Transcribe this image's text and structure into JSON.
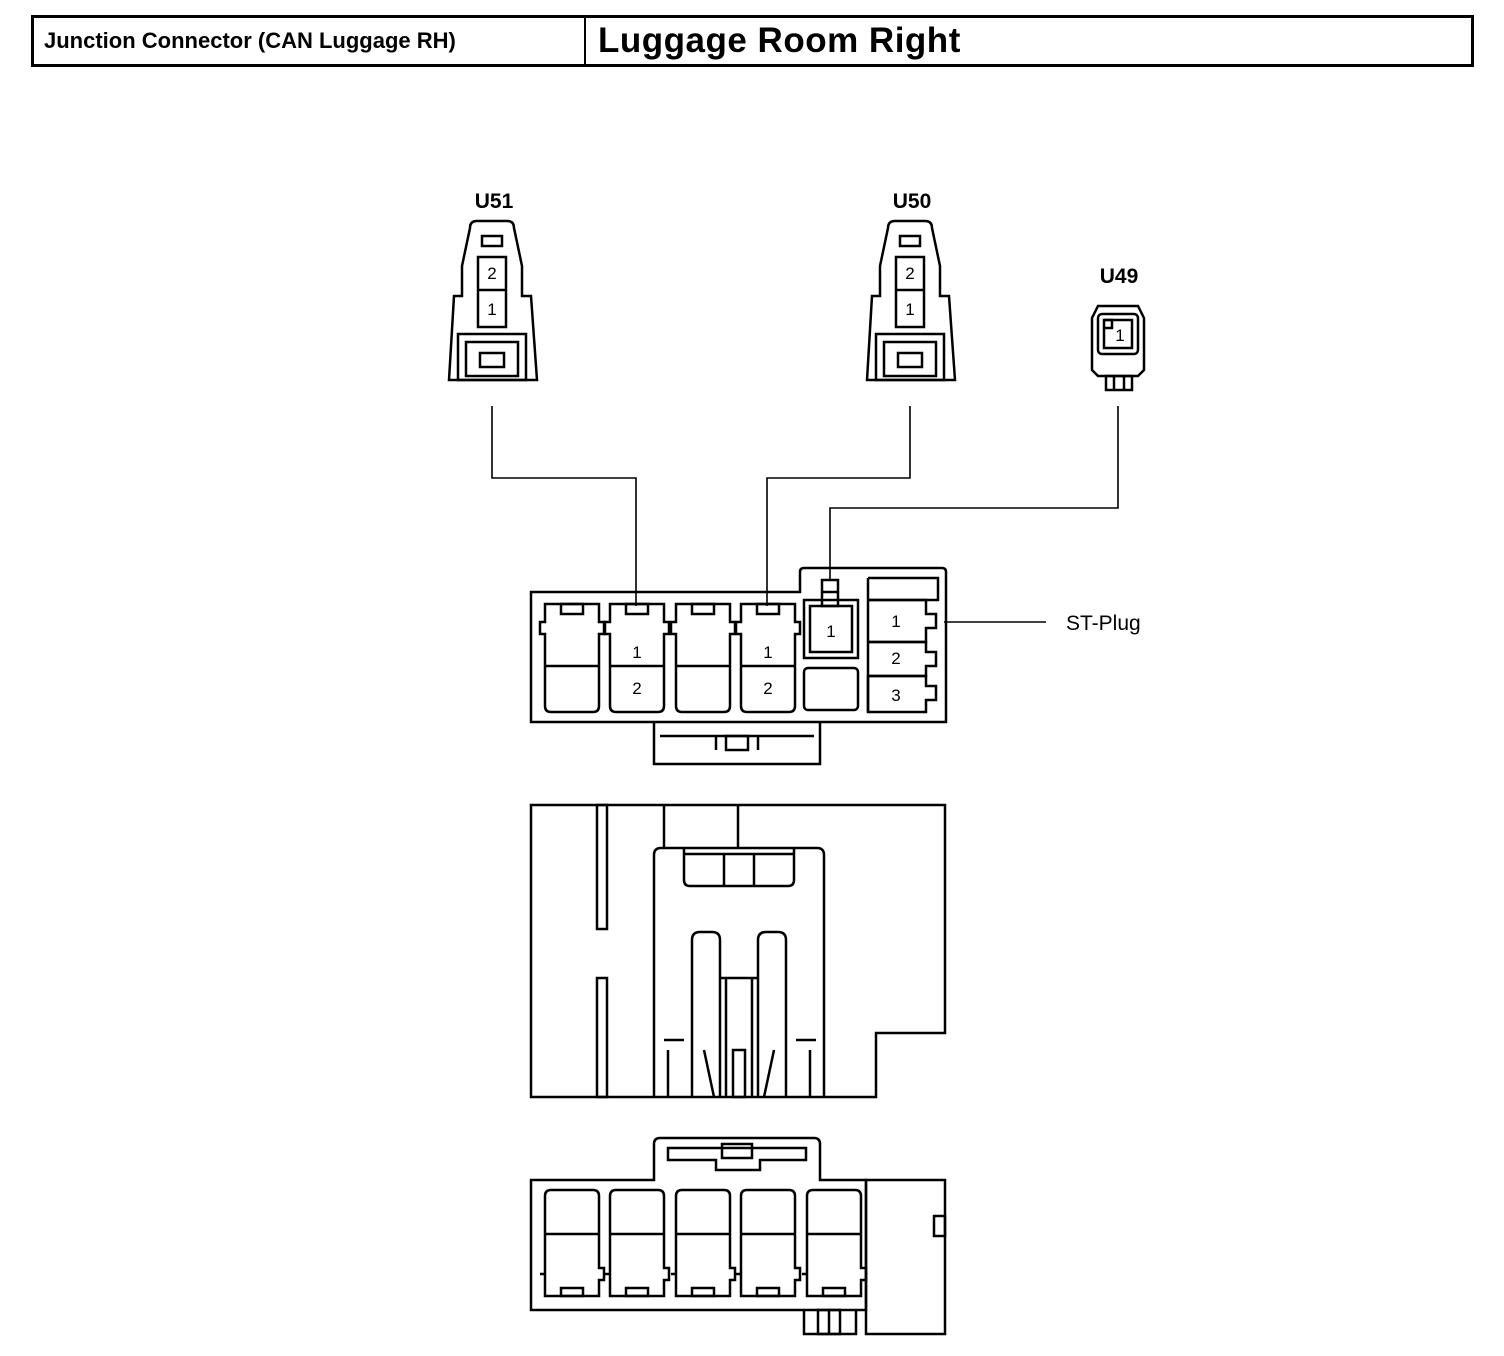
{
  "header": {
    "connector_name": "Junction Connector (CAN Luggage RH)",
    "location": "Luggage Room Right"
  },
  "connectors": {
    "u51": {
      "id": "U51",
      "pins": [
        "2",
        "1"
      ]
    },
    "u50": {
      "id": "U50",
      "pins": [
        "2",
        "1"
      ]
    },
    "u49": {
      "id": "U49",
      "pins": [
        "1"
      ]
    }
  },
  "junction": {
    "cavity_a_pins": [
      "1",
      "2"
    ],
    "cavity_b_pins": [
      "1",
      "2"
    ],
    "cavity_c_pin": "1",
    "st_plug_label": "ST-Plug",
    "st_plug_pins": [
      "1",
      "2",
      "3"
    ]
  }
}
